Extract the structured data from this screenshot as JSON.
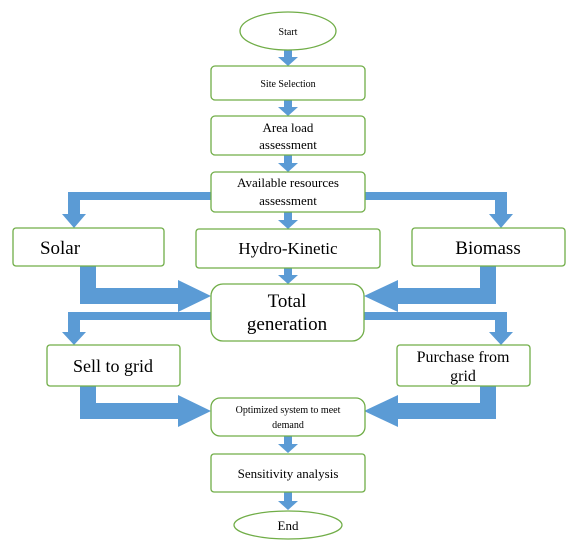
{
  "colors": {
    "node_border": "#70ad47",
    "arrow_fill": "#5b9bd5",
    "text": "#000000",
    "background": "#ffffff"
  },
  "nodes": {
    "start": [
      "Start"
    ],
    "site_selection": [
      "Site Selection"
    ],
    "area_load": [
      "Area load",
      "assessment"
    ],
    "available_resources": [
      "Available resources",
      "assessment"
    ],
    "solar": [
      "Solar"
    ],
    "hydro_kinetic": [
      "Hydro-Kinetic"
    ],
    "biomass": [
      "Biomass"
    ],
    "total_generation": [
      "Total",
      "generation"
    ],
    "sell_to_grid": [
      "Sell to grid"
    ],
    "purchase_from_grid": [
      "Purchase from",
      "grid"
    ],
    "optimized_system": [
      "Optimized system to meet",
      "demand"
    ],
    "sensitivity_analysis": [
      "Sensitivity analysis"
    ],
    "end": [
      "End"
    ]
  }
}
